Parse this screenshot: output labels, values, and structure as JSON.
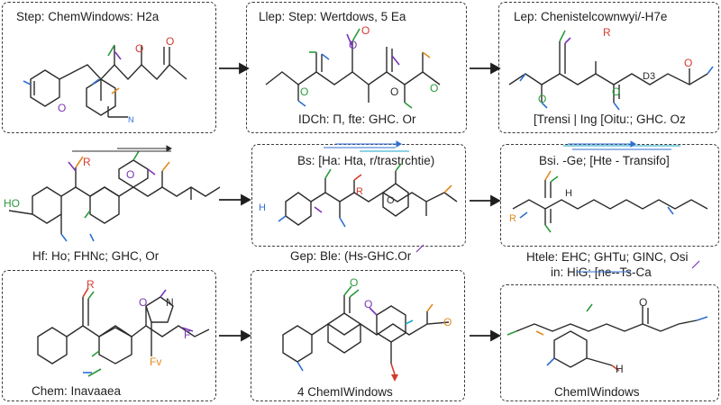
{
  "panels": [
    {
      "id": "p1",
      "title": "Step: ChemWindows: H2a",
      "caption": ""
    },
    {
      "id": "p2",
      "title": "Llep: Step: Wertdows, 5 Ea",
      "caption": "IDCh: Π, fte: GHC. Or"
    },
    {
      "id": "p3",
      "title": "Lep: Chenistelcownwyi/-H7e",
      "caption": "[Trensi | Ing [Oitu:; GHC. Oz",
      "inner_note": "D3"
    },
    {
      "id": "p4",
      "title": "",
      "caption": "Hf: Ho; FHNc; GHC, Or"
    },
    {
      "id": "p5",
      "title": "Bs: [Ha: Hta, r/trastrchtie)",
      "caption": "Gep: Ble: (Hs-GHC.Or"
    },
    {
      "id": "p6",
      "title": "Bsi. -Ge; [Hte - Transifo]",
      "caption": "Htele: EHC; GHTu; GINC, Osi",
      "caption2": "in: HiG; [ne--Ts-Ca"
    },
    {
      "id": "p7",
      "title": "",
      "caption": "Chem: Inavaaea"
    },
    {
      "id": "p8",
      "title": "",
      "caption": "4 ChemIWindows"
    },
    {
      "id": "p9",
      "title": "",
      "caption": "ChemIWindows"
    }
  ],
  "atom_labels": {
    "hetero_o": "O",
    "hetero_n": "N",
    "hydrogen": "H",
    "fluorine": "F",
    "fv": "Fv",
    "ho": "Ho",
    "ho_left": "HO",
    "r": "R"
  },
  "colors": {
    "ink": "#2b2b2b",
    "red": "#d43a2f",
    "green": "#2a9a3a",
    "blue": "#2f6fd0",
    "purple": "#7a35b8",
    "orange": "#e08a1e",
    "cyan": "#1aa6c9"
  }
}
